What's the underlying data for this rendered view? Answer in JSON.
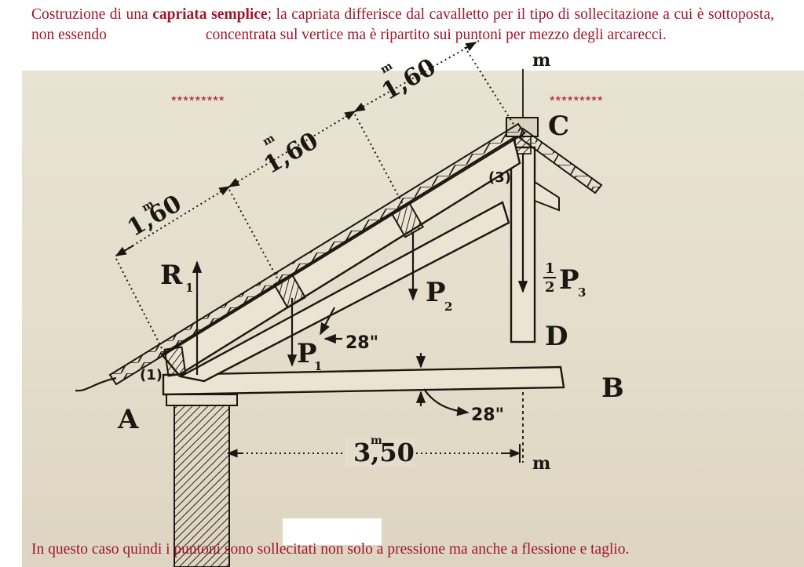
{
  "caption": {
    "part1": "Costruzione di una ",
    "bold": "capriata semplice",
    "part2": "; la capriata differisce dal cavalletto per il tipo di sollecitazione a cui è sottoposta, non essendo",
    "part3": "concentrata sul vertice ma è ripartito sui puntoni per mezzo degli arcarecci."
  },
  "stars_left": "*********",
  "stars_right": "*********",
  "diagram": {
    "labels": {
      "A": "A",
      "B": "B",
      "C": "C",
      "D": "D",
      "R": "R",
      "R_sub": "1",
      "P1": "P",
      "P1_sub": "1",
      "P2": "P",
      "P2_sub": "2",
      "P3_frac_num": "1",
      "P3_frac_den": "2",
      "P3": "P",
      "P3_sub": "3",
      "m_top": "m",
      "m_bottom": "m",
      "node1": "(1)",
      "node3": "(3)",
      "angle_strut": "28\"",
      "angle_beam": "28\""
    },
    "dimensions": {
      "seg1": "1,60",
      "seg2": "1,60",
      "seg3": "1,60",
      "span": "3,50",
      "unit": "m"
    }
  },
  "footer": "In questo caso quindi i puntoni sono sollecitati non solo a pressione ma anche a flessione e taglio."
}
